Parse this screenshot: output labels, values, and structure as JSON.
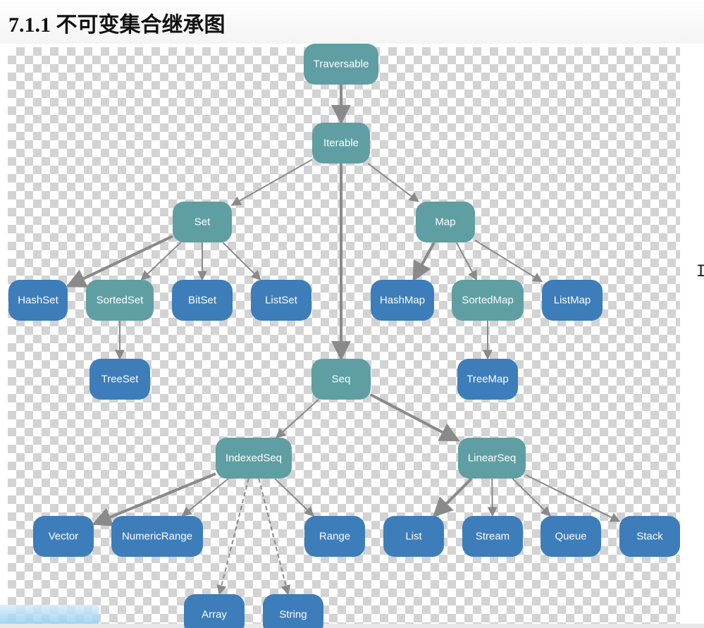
{
  "title": "7.1.1 不可变集合继承图",
  "colors": {
    "trait_node": "#5f9fa3",
    "class_node": "#3d7dba",
    "edge": "#8a8a8a"
  },
  "nodes": [
    {
      "id": "traversable",
      "label": "Traversable",
      "kind": "trait"
    },
    {
      "id": "iterable",
      "label": "Iterable",
      "kind": "trait"
    },
    {
      "id": "set",
      "label": "Set",
      "kind": "trait"
    },
    {
      "id": "map",
      "label": "Map",
      "kind": "trait"
    },
    {
      "id": "hashset",
      "label": "HashSet",
      "kind": "class"
    },
    {
      "id": "sortedset",
      "label": "SortedSet",
      "kind": "trait"
    },
    {
      "id": "bitset",
      "label": "BitSet",
      "kind": "class"
    },
    {
      "id": "listset",
      "label": "ListSet",
      "kind": "class"
    },
    {
      "id": "hashmap",
      "label": "HashMap",
      "kind": "class"
    },
    {
      "id": "sortedmap",
      "label": "SortedMap",
      "kind": "trait"
    },
    {
      "id": "listmap",
      "label": "ListMap",
      "kind": "class"
    },
    {
      "id": "treeset",
      "label": "TreeSet",
      "kind": "class"
    },
    {
      "id": "seq",
      "label": "Seq",
      "kind": "trait"
    },
    {
      "id": "treemap",
      "label": "TreeMap",
      "kind": "class"
    },
    {
      "id": "indexedseq",
      "label": "IndexedSeq",
      "kind": "trait"
    },
    {
      "id": "linearseq",
      "label": "LinearSeq",
      "kind": "trait"
    },
    {
      "id": "vector",
      "label": "Vector",
      "kind": "class"
    },
    {
      "id": "numericrange",
      "label": "NumericRange",
      "kind": "class"
    },
    {
      "id": "range",
      "label": "Range",
      "kind": "class"
    },
    {
      "id": "list",
      "label": "List",
      "kind": "class"
    },
    {
      "id": "stream",
      "label": "Stream",
      "kind": "class"
    },
    {
      "id": "queue",
      "label": "Queue",
      "kind": "class"
    },
    {
      "id": "stack",
      "label": "Stack",
      "kind": "class"
    },
    {
      "id": "array",
      "label": "Array",
      "kind": "class"
    },
    {
      "id": "string",
      "label": "String",
      "kind": "class"
    }
  ],
  "edges": [
    {
      "from": "traversable",
      "to": "iterable",
      "style": "bold"
    },
    {
      "from": "iterable",
      "to": "set",
      "style": "thin"
    },
    {
      "from": "iterable",
      "to": "map",
      "style": "thin"
    },
    {
      "from": "iterable",
      "to": "seq",
      "style": "bold"
    },
    {
      "from": "set",
      "to": "hashset",
      "style": "bold"
    },
    {
      "from": "set",
      "to": "sortedset",
      "style": "thin"
    },
    {
      "from": "set",
      "to": "bitset",
      "style": "thin"
    },
    {
      "from": "set",
      "to": "listset",
      "style": "thin"
    },
    {
      "from": "map",
      "to": "hashmap",
      "style": "bold"
    },
    {
      "from": "map",
      "to": "sortedmap",
      "style": "thin"
    },
    {
      "from": "map",
      "to": "listmap",
      "style": "thin"
    },
    {
      "from": "sortedset",
      "to": "treeset",
      "style": "thin"
    },
    {
      "from": "sortedmap",
      "to": "treemap",
      "style": "thin"
    },
    {
      "from": "seq",
      "to": "indexedseq",
      "style": "thin"
    },
    {
      "from": "seq",
      "to": "linearseq",
      "style": "bold"
    },
    {
      "from": "indexedseq",
      "to": "vector",
      "style": "bold"
    },
    {
      "from": "indexedseq",
      "to": "numericrange",
      "style": "thin"
    },
    {
      "from": "indexedseq",
      "to": "range",
      "style": "thin"
    },
    {
      "from": "indexedseq",
      "to": "array",
      "style": "dashed"
    },
    {
      "from": "indexedseq",
      "to": "string",
      "style": "dashed"
    },
    {
      "from": "linearseq",
      "to": "list",
      "style": "bold"
    },
    {
      "from": "linearseq",
      "to": "stream",
      "style": "thin"
    },
    {
      "from": "linearseq",
      "to": "queue",
      "style": "thin"
    },
    {
      "from": "linearseq",
      "to": "stack",
      "style": "thin"
    }
  ]
}
